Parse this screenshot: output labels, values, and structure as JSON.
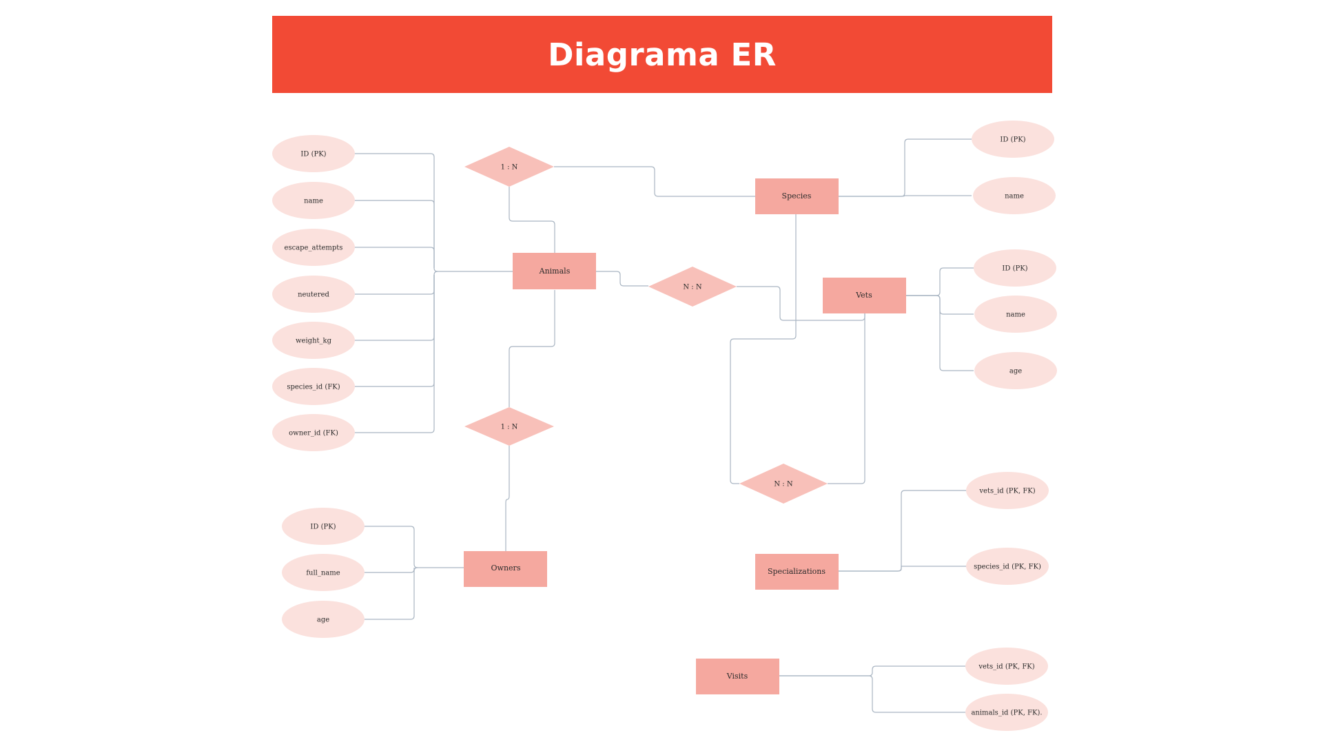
{
  "title": "Diagrama ER",
  "colors": {
    "banner": "#f24a35",
    "entity": "#f5a89f",
    "attribute": "#fbe1dd",
    "relationship": "#f8c0b9",
    "connector": "#a9b5c2"
  },
  "entities": {
    "animals": "Animals",
    "species": "Species",
    "vets": "Vets",
    "owners": "Owners",
    "specializations": "Specializations",
    "visits": "Visits"
  },
  "relationships": {
    "animals_species": "1 : N",
    "animals_vets": "N : N",
    "animals_owners": "1 : N",
    "species_vets": "N : N"
  },
  "attributes": {
    "animals": [
      "ID (PK)",
      "name",
      "escape_attempts",
      "neutered",
      "weight_kg",
      "species_id (FK)",
      "owner_id (FK)"
    ],
    "species": [
      "ID (PK)",
      "name"
    ],
    "vets": [
      "ID (PK)",
      "name",
      "age"
    ],
    "owners": [
      "ID (PK)",
      "full_name",
      "age"
    ],
    "specializations": [
      "vets_id (PK, FK)",
      "species_id (PK, FK)"
    ],
    "visits": [
      "vets_id (PK, FK)",
      "animals_id (PK, FK)."
    ]
  }
}
